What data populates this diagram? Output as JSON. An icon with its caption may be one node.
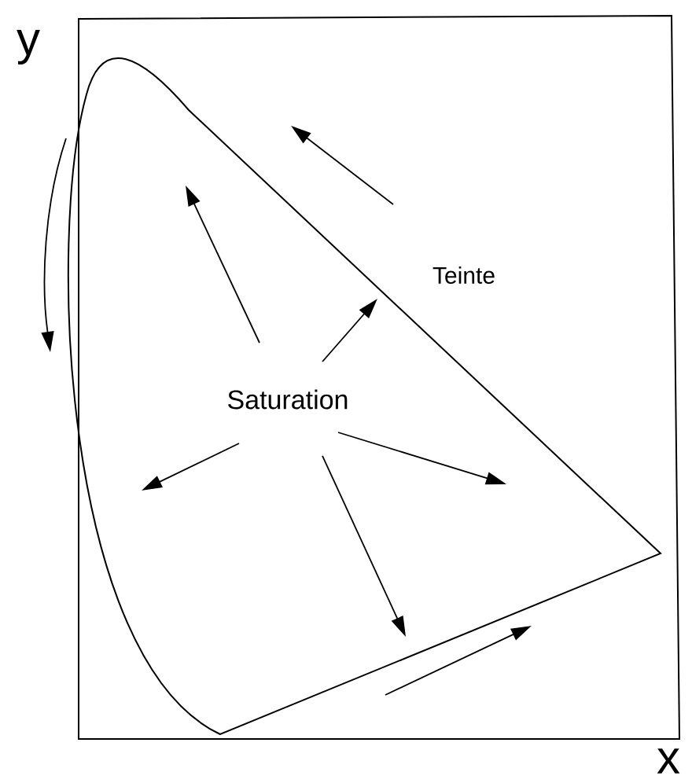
{
  "diagram": {
    "labels": [
      "y",
      "Teinte",
      "Saturation",
      "x"
    ]
  }
}
